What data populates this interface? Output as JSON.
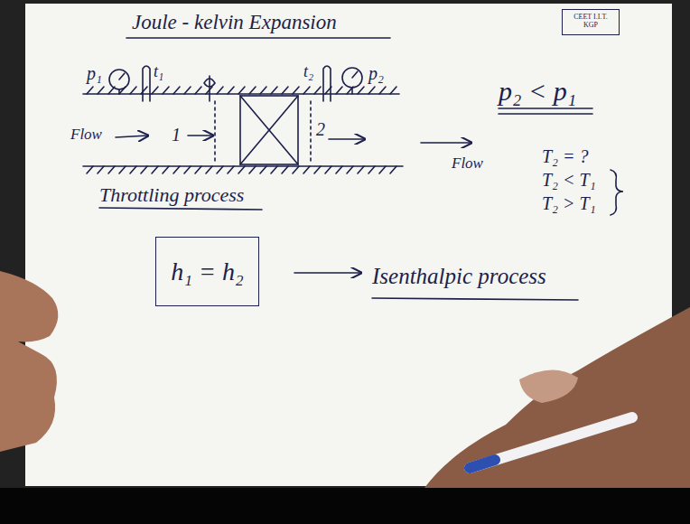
{
  "diagram": {
    "title": "Joule - kelvin Expansion",
    "nodes": [
      {
        "text": [
          "CEET I.I.T. KGP"
        ]
      },
      {
        "text": [
          "h₁ = h₂"
        ]
      }
    ],
    "labels": [
      "p₁",
      "t₁",
      "t₂",
      "p₂",
      "Flow",
      "1",
      "2",
      "Flow",
      "Throttling process",
      "p₂ < p₁",
      "T₂ = ?",
      "T₂ < T₁",
      "T₂ > T₁",
      "Isenthalpic process"
    ]
  }
}
